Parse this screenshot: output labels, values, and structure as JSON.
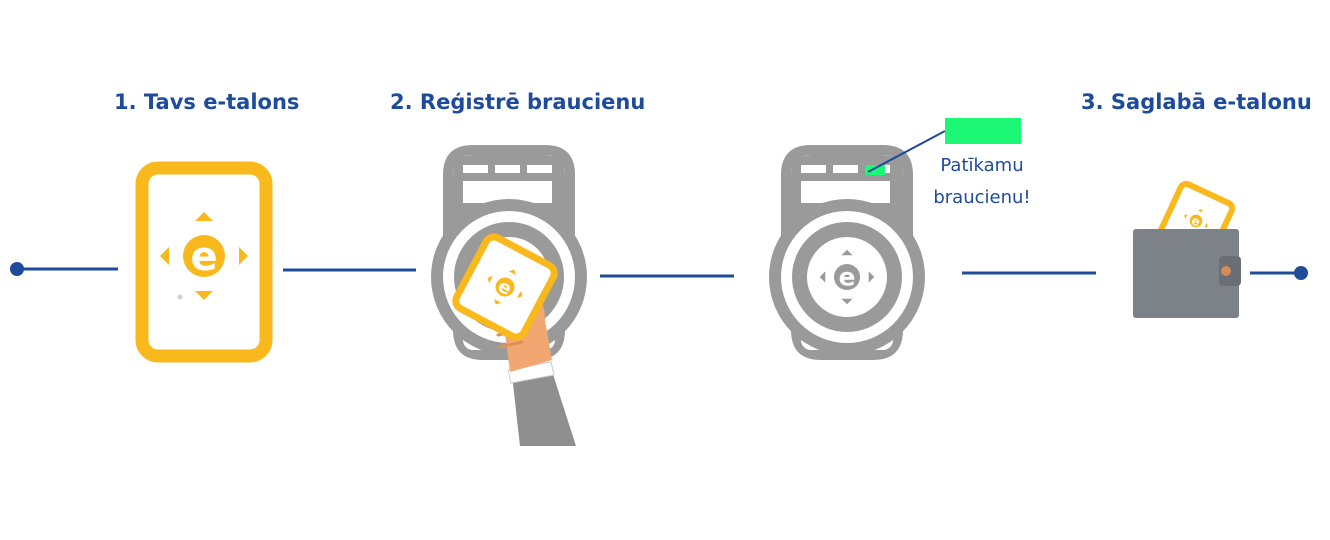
{
  "steps": [
    {
      "label": "1. Tavs e-talons"
    },
    {
      "label": "2. Reģistrē braucienu"
    },
    {
      "label": "3. Saglabā e-talonu"
    }
  ],
  "validator_message": {
    "line1": "Patīkamu",
    "line2": "braucienu!"
  },
  "colors": {
    "primary_blue": "#1e4c9a",
    "card_yellow": "#f9b81c",
    "validator_grey": "#9a9a9a",
    "wallet_grey": "#7d8289",
    "success_green": "#1df776",
    "skin": "#f2a772",
    "sleeve": "#8f8f8f"
  },
  "icons": [
    "e-talons-logo-icon",
    "validator-icon",
    "hand-icon",
    "wallet-icon"
  ]
}
